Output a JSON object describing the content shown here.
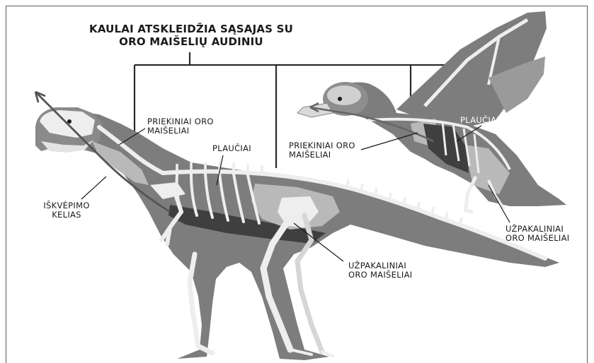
{
  "title_line1": "KAULAI ATSKLEIDŽIA SĄSAJAS SU",
  "title_line2": "ORO MAIŠELIŲ AUDINIU",
  "dino_labels": {
    "anterior_air_sacs_1": "PRIEKINIAI ORO",
    "anterior_air_sacs_2": "MAIŠELIAI",
    "lungs": "PLAUČIAI",
    "exhale_path_1": "IŠKVĖPIMO",
    "exhale_path_2": "KELIAS",
    "posterior_air_sacs_1": "UŽPAKALINIAI",
    "posterior_air_sacs_2": "ORO MAIŠELIAI"
  },
  "bird_labels": {
    "anterior_air_sacs_1": "PRIEKINIAI ORO",
    "anterior_air_sacs_2": "MAIŠELIAI",
    "lungs": "PLAUČIAI",
    "posterior_air_sacs_1": "UŽPAKALINIAI",
    "posterior_air_sacs_2": "ORO MAIŠELIAI"
  },
  "colors": {
    "body": "#7d7d7d",
    "bone": "#eeeeee",
    "air_sac": "#b9b9b9",
    "lung": "#3f3f3f",
    "line": "#2a2a2a"
  }
}
